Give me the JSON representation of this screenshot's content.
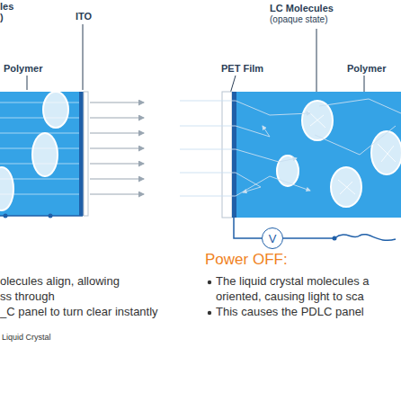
{
  "diagram": {
    "nodes": [
      {
        "text": [
          "V"
        ]
      }
    ],
    "labels": [
      "les",
      ")",
      "ITO",
      "Polymer",
      "LC Molecules",
      "(opaque state)",
      "PET Film",
      "Polymer",
      "Power OFF:",
      "The liquid crystal molecules a",
      "oriented, causing light to sca",
      "This causes the PDLC panel",
      "olecules align, allowing",
      "ss through",
      "_C panel to turn clear instantly",
      "Liquid Crystal"
    ]
  }
}
